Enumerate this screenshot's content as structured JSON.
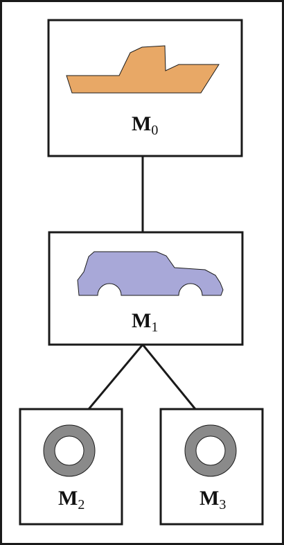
{
  "colors": {
    "frame": "#1a1a1a",
    "ship_fill": "#e8a866",
    "car_fill": "#a8a8d8",
    "wheel_fill": "#8a8a8a",
    "background": "#ffffff"
  },
  "nodes": {
    "m0": {
      "letter": "M",
      "subscript": "0",
      "icon": "ship-icon"
    },
    "m1": {
      "letter": "M",
      "subscript": "1",
      "icon": "car-icon"
    },
    "m2": {
      "letter": "M",
      "subscript": "2",
      "icon": "wheel-icon"
    },
    "m3": {
      "letter": "M",
      "subscript": "3",
      "icon": "wheel-icon"
    }
  }
}
